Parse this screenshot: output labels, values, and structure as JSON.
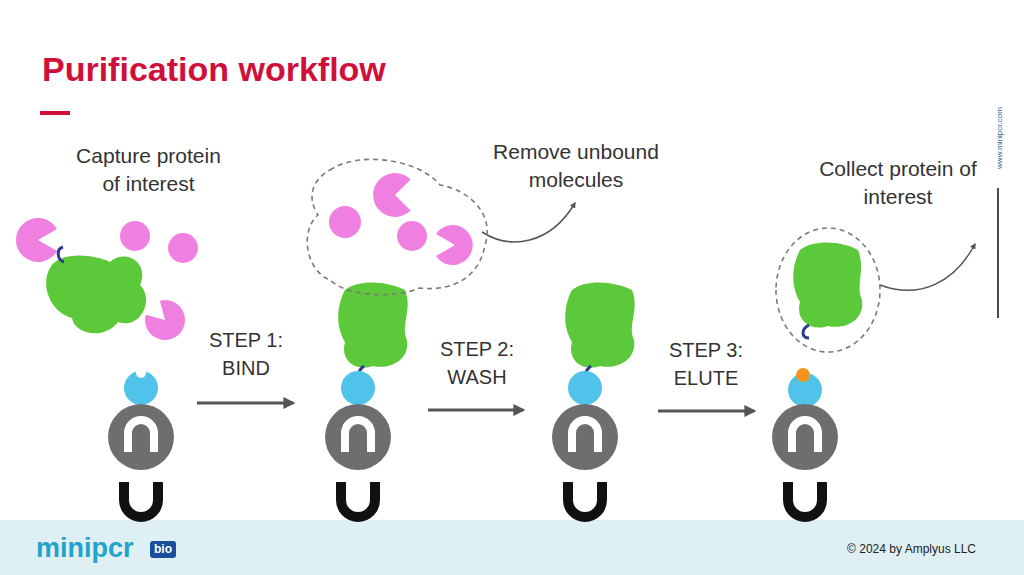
{
  "diagram": {
    "title": "Purification workflow",
    "nodes": [
      {
        "text": [
          "Remove unbound molecules"
        ]
      },
      {
        "text": [
          "Collect protein of interest"
        ]
      }
    ],
    "labels": [
      "Capture protein of interest",
      "STEP 1: BIND",
      "STEP 2: WASH",
      "STEP 3: ELUTE",
      "www.minipcr.com",
      "minipcr",
      "bio",
      "© 2024 by Amplyus LLC"
    ]
  }
}
